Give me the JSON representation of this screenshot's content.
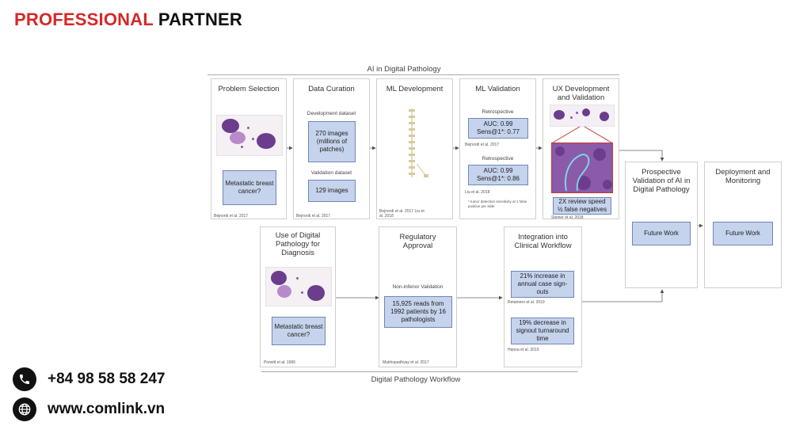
{
  "brand": {
    "word1": "PROFESSIONAL",
    "word2": "PARTNER"
  },
  "contact": {
    "phone": "+84 98 58 58 247",
    "website": "www.comlink.vn"
  },
  "diagram": {
    "top_label": "AI in Digital Pathology",
    "bottom_label": "Digital Pathology Workflow",
    "problem_selection": {
      "title": "Problem Selection",
      "box": "Metastatic breast cancer?",
      "cite": "Bejnordi et al. 2017"
    },
    "data_curation": {
      "title": "Data Curation",
      "dev_label": "Development dataset",
      "dev_box": "270 images (millions of patches)",
      "val_label": "Validation dataset",
      "val_box": "129 images",
      "cite": "Bejnordi et al. 2017"
    },
    "ml_development": {
      "title": "ML Development",
      "cite": "Bejnordi et al. 2017 Liu et al. 2018"
    },
    "ml_validation": {
      "title": "ML Validation",
      "retro1": "Retrospective",
      "box1": "AUC: 0.99 Sens@1*: 0.77",
      "cite1": "Bejnordi et al. 2017",
      "retro2": "Retrospective",
      "box2": "AUC: 0.99 Sens@1*: 0.86",
      "cite2": "Liu et al. 2018",
      "footnote": "* tumor detection sensitivity at 1 false positive per slide"
    },
    "ux": {
      "title": "UX Development and Validation",
      "box": "2X review speed ½ false negatives",
      "cite": "Steiner et al. 2018"
    },
    "prospective": {
      "title": "Prospective Validation of AI in Digital Pathology",
      "box": "Future Work"
    },
    "deployment": {
      "title": "Deployment and Monitoring",
      "box": "Future Work"
    },
    "use_of_dp": {
      "title": "Use of Digital Pathology for Diagnosis",
      "box": "Metastatic breast cancer?",
      "cite": "Prewitt et al. 1966"
    },
    "regulatory": {
      "title": "Regulatory Approval",
      "label": "Non-inferior Validation",
      "box": "15,925 reads from 1992 patients by 16 pathologists",
      "cite": "Mukhopadhyay et al. 2017"
    },
    "integration": {
      "title": "Integration into Clinical Workflow",
      "box1": "21% increase in annual case sign-outs",
      "cite1": "Retamero et al. 2019",
      "box2": "19% decrease in signout turnaround time",
      "cite2": "Hanna et al. 2019"
    }
  }
}
